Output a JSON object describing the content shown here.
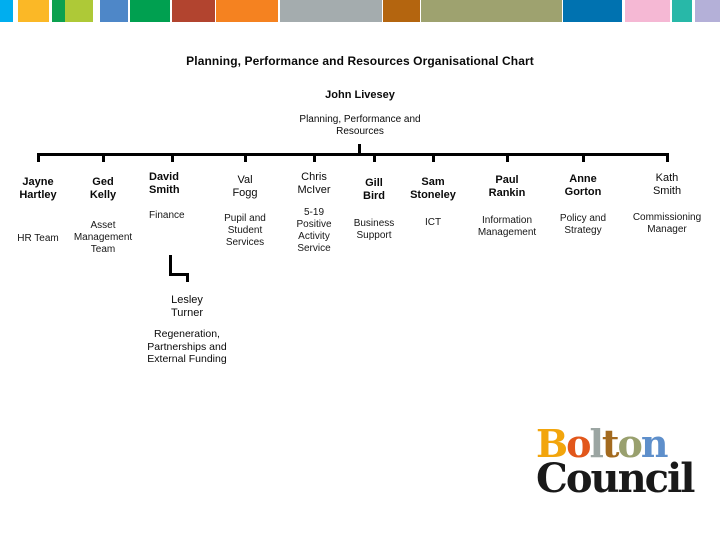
{
  "top_bar": {
    "segments": [
      {
        "color": "#00AEEF",
        "w": 13
      },
      {
        "w": 5
      },
      {
        "color": "#FBB826",
        "w": 31
      },
      {
        "w": 3
      },
      {
        "color": "#0CA14F",
        "w": 13
      },
      {
        "color": "#AEC937",
        "w": 28
      },
      {
        "w": 7
      },
      {
        "color": "#4E87C8",
        "w": 28
      },
      {
        "w": 2
      },
      {
        "color": "#00A050",
        "w": 40
      },
      {
        "w": 2
      },
      {
        "color": "#B2442F",
        "w": 43
      },
      {
        "w": 1
      },
      {
        "color": "#F58220",
        "w": 62
      },
      {
        "w": 2
      },
      {
        "color": "#A4ACAE",
        "w": 102
      },
      {
        "w": 1
      },
      {
        "color": "#B4650F",
        "w": 37
      },
      {
        "w": 1
      },
      {
        "color": "#9EA26F",
        "w": 141
      },
      {
        "w": 1
      },
      {
        "color": "#0072B0",
        "w": 59
      },
      {
        "w": 3
      },
      {
        "color": "#F5B8D4",
        "w": 45
      },
      {
        "w": 2
      },
      {
        "color": "#28B8A8",
        "w": 20
      },
      {
        "w": 3
      },
      {
        "color": "#B4B0D8",
        "w": 25
      }
    ]
  },
  "title": "Planning, Performance and Resources Organisational Chart",
  "root": {
    "name": "John Livesey",
    "unit": "Planning, Performance and\nResources"
  },
  "org": {
    "members": [
      {
        "name": "Jayne\nHartley",
        "role": "HR Team"
      },
      {
        "name": "Ged\nKelly",
        "role": "Asset\nManagement\nTeam"
      },
      {
        "name": "David\nSmith",
        "role": "Finance"
      },
      {
        "name": "Val\nFogg",
        "role": "Pupil and\nStudent\nServices"
      },
      {
        "name": "Chris\nMcIver",
        "role": "5-19\nPositive\nActivity\nService"
      },
      {
        "name": "Gill\nBird",
        "role": "Business\nSupport"
      },
      {
        "name": "Sam\nStoneley",
        "role": "ICT"
      },
      {
        "name": "Paul\nRankin",
        "role": "Information\nManagement"
      },
      {
        "name": "Anne\nGorton",
        "role": "Policy and\nStrategy"
      },
      {
        "name": "Kath\nSmith",
        "role": "Commissioning\nManager"
      }
    ]
  },
  "sub": {
    "name": "Lesley\nTurner",
    "role": "Regeneration,\nPartnerships and\nExternal Funding"
  },
  "logo": {
    "bolton_letters": [
      {
        "char": "B",
        "color": "#F2A50C"
      },
      {
        "char": "o",
        "color": "#E2571B"
      },
      {
        "char": "l",
        "color": "#9BA5A2"
      },
      {
        "char": "t",
        "color": "#A36A1F"
      },
      {
        "char": "o",
        "color": "#99A06E"
      },
      {
        "char": "n",
        "color": "#5E8FCB"
      }
    ],
    "council": "Council",
    "council_color": "#191919",
    "text_color": "#000000"
  }
}
